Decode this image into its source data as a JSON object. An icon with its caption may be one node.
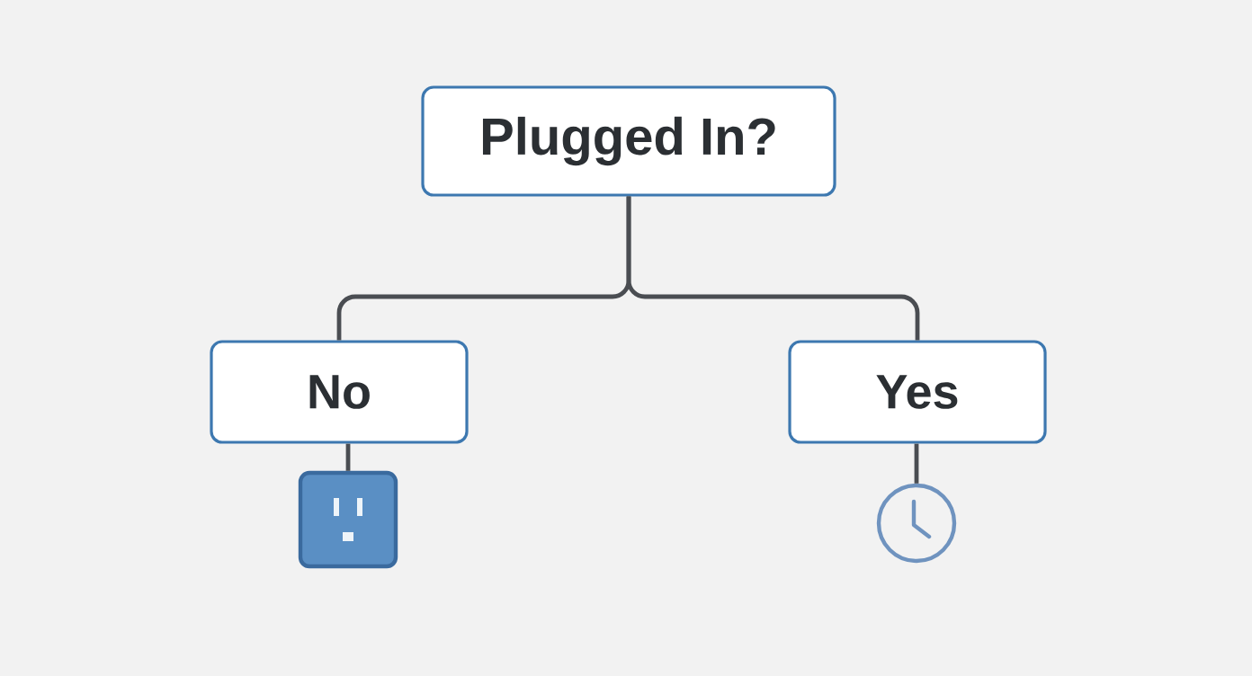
{
  "diagram": {
    "nodes": [
      {
        "text": [
          "Plugged In?"
        ]
      },
      {
        "text": [
          "No"
        ]
      },
      {
        "text": [
          "Yes"
        ]
      },
      {
        "text": [],
        "shape": "picture"
      },
      {
        "text": [],
        "shape": "picture"
      }
    ],
    "edges": [
      {
        "from": 0,
        "to": 1,
        "arrow": "none"
      },
      {
        "from": 0,
        "to": 2,
        "arrow": "none"
      },
      {
        "from": 1,
        "to": 3,
        "arrow": "none"
      },
      {
        "from": 2,
        "to": 4,
        "arrow": "none"
      }
    ]
  }
}
